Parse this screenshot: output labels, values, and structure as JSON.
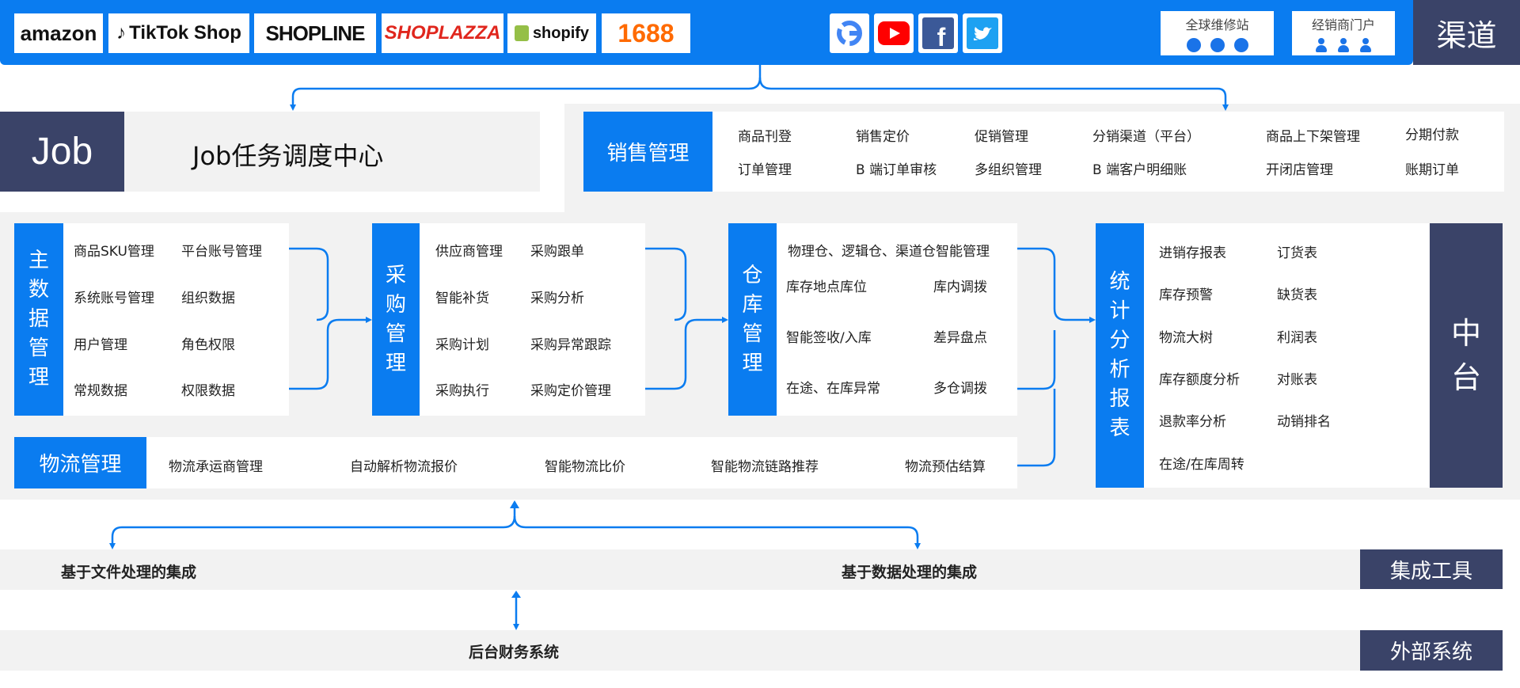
{
  "channel": {
    "label": "渠道",
    "logos": [
      "amazon",
      "TikTok Shop",
      "SHOPLINE",
      "SHOPLAZZA",
      "shopify",
      "1688"
    ],
    "social_icons": [
      "google-icon",
      "youtube-icon",
      "facebook-icon",
      "twitter-icon"
    ],
    "global_repair": "全球维修站",
    "dealer_portal": "经销商门户"
  },
  "job": {
    "label": "Job",
    "title": "Job任务调度中心"
  },
  "sales": {
    "title": "销售管理",
    "items": [
      "商品刊登",
      "销售定价",
      "促销管理",
      "分销渠道（平台）",
      "商品上下架管理",
      "分期付款",
      "订单管理",
      "B 端订单审核",
      "多组织管理",
      "B 端客户明细账",
      "开闭店管理",
      "账期订单"
    ]
  },
  "master": {
    "title": [
      "主",
      "数",
      "据",
      "管",
      "理"
    ],
    "items": [
      "商品SKU管理",
      "平台账号管理",
      "系统账号管理",
      "组织数据",
      "用户管理",
      "角色权限",
      "常规数据",
      "权限数据"
    ]
  },
  "purchase": {
    "title": [
      "采",
      "购",
      "管",
      "理"
    ],
    "items": [
      "供应商管理",
      "采购跟单",
      "智能补货",
      "采购分析",
      "采购计划",
      "采购异常跟踪",
      "采购执行",
      "采购定价管理"
    ]
  },
  "warehouse": {
    "title": [
      "仓",
      "库",
      "管",
      "理"
    ],
    "top": "物理仓、逻辑仓、渠道仓智能管理",
    "items": [
      "库存地点库位",
      "库内调拨",
      "智能签收/入库",
      "差异盘点",
      "在途、在库异常",
      "多仓调拨"
    ]
  },
  "stats": {
    "title": [
      "统",
      "计",
      "分",
      "析",
      "报",
      "表"
    ],
    "items": [
      "进销存报表",
      "订货表",
      "库存预警",
      "缺货表",
      "物流大树",
      "利润表",
      "库存额度分析",
      "对账表",
      "退款率分析",
      "动销排名",
      "在途/在库周转"
    ]
  },
  "middle": {
    "label": [
      "中",
      "台"
    ]
  },
  "logistics": {
    "title": "物流管理",
    "items": [
      "物流承运商管理",
      "自动解析物流报价",
      "智能物流比价",
      "智能物流链路推荐",
      "物流预估结算"
    ]
  },
  "integration": {
    "label": "集成工具",
    "file": "基于文件处理的集成",
    "data": "基于数据处理的集成"
  },
  "external": {
    "label": "外部系统",
    "finance": "后台财务系统"
  },
  "colors": {
    "primary": "#0a7cf0",
    "dark": "#3a4368",
    "panel": "#f2f2f2"
  }
}
